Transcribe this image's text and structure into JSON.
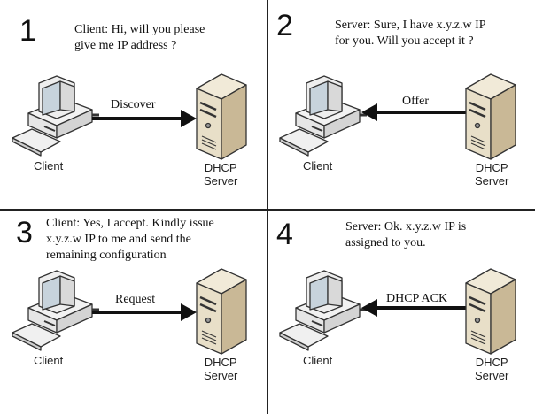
{
  "diagram": {
    "title": "DHCP DORA process",
    "labels": {
      "client": "Client",
      "server_line1": "DHCP",
      "server_line2": "Server"
    },
    "colors": {
      "server_body": "#e8dfc8",
      "server_side": "#c9b896",
      "computer": "#e6e6e6",
      "screen": "#c7d3dc",
      "arrow": "#111111",
      "divider": "#222222"
    },
    "panels": [
      {
        "number": "1",
        "caption": "Client: Hi, will you please\ngive me IP address ?",
        "message": "Discover",
        "direction": "client-to-server"
      },
      {
        "number": "2",
        "caption": "Server: Sure, I have x.y.z.w IP\nfor you. Will you accept it ?",
        "message": "Offer",
        "direction": "server-to-client"
      },
      {
        "number": "3",
        "caption": "Client: Yes, I accept. Kindly issue\nx.y.z.w IP to me and send the\nremaining configuration",
        "message": "Request",
        "direction": "client-to-server"
      },
      {
        "number": "4",
        "caption": "Server: Ok. x.y.z.w IP is\nassigned to you.",
        "message": "DHCP ACK",
        "direction": "server-to-client"
      }
    ]
  }
}
